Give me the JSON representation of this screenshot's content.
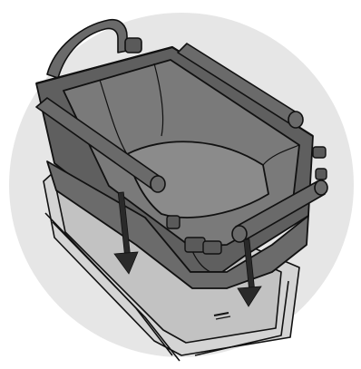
{
  "illustration": {
    "subject": "bassinet-seat-lowered-into-frame",
    "colors": {
      "circle_bg": "#e6e6e6",
      "frame_light": "#d2d2d2",
      "frame_inner": "#bdbdbd",
      "shell_dark": "#5f5f5f",
      "shell_mid": "#737373",
      "shell_interior": "#8a8a8a",
      "handle": "#6a6a6a",
      "arrow": "#2a2a2a",
      "outline": "#111111"
    },
    "arrows": {
      "count": 2,
      "direction": "down"
    }
  }
}
